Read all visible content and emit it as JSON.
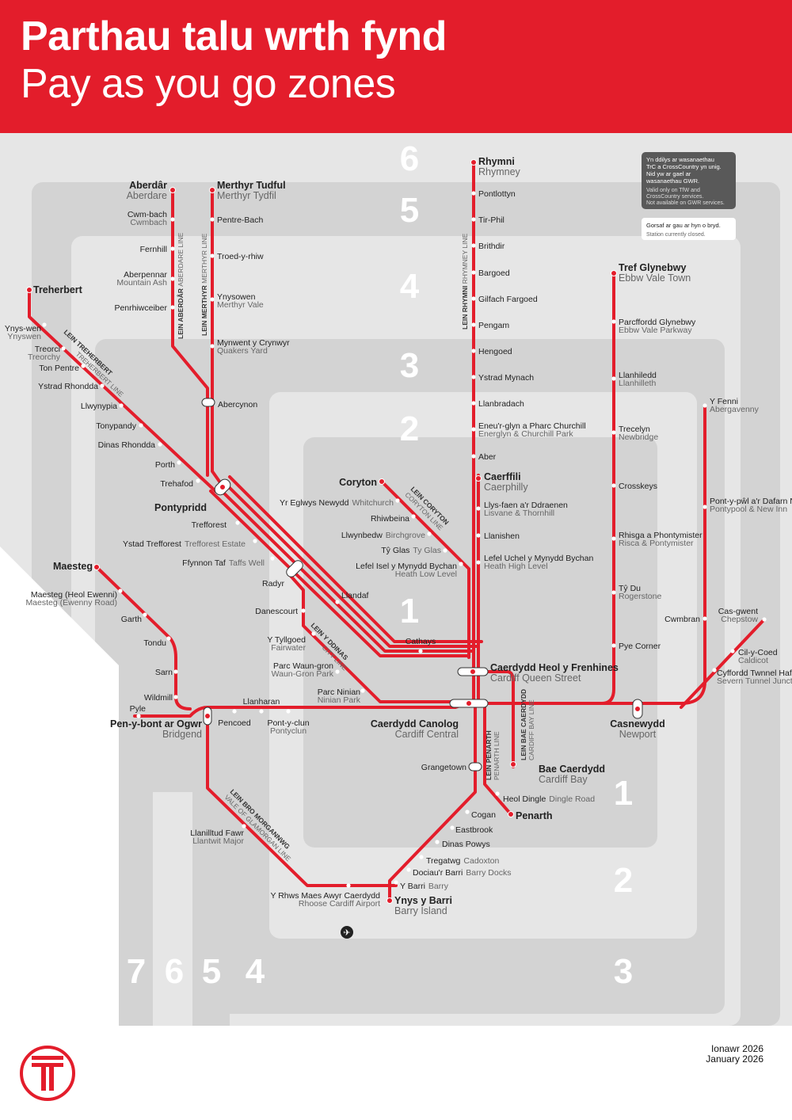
{
  "header": {
    "title_cy": "Parthau talu wrth fynd",
    "title_en": "Pay as you go zones"
  },
  "colors": {
    "brand_red": "#e31d2b",
    "zone_dark": "#d3d3d3",
    "zone_light": "#e6e6e6",
    "legend_dark": "#595959"
  },
  "legend": {
    "crosscountry_cy": [
      "Yn ddilys ar wasanaethau",
      "TrC a CrossCountry yn unig.",
      "Nid yw ar gael ar",
      "wasanaethau GWR."
    ],
    "crosscountry_en": [
      "Valid only on TfW and",
      "CrossCountry services.",
      "Not available on GWR services."
    ],
    "closed_cy": "Gorsaf ar gau ar hyn o bryd.",
    "closed_en": "Station currently closed."
  },
  "zones": {
    "top": [
      "6",
      "5",
      "4",
      "3",
      "2",
      "1"
    ],
    "right": [
      "1",
      "2",
      "3"
    ],
    "bottom_left": [
      "7",
      "6",
      "5",
      "4"
    ]
  },
  "line_names": [
    {
      "cy": "LEIN ABERDÂR",
      "en": "ABERDARE LINE"
    },
    {
      "cy": "LEIN MERTHYR",
      "en": "MERTHYR LINE"
    },
    {
      "cy": "LEIN RHYMNI",
      "en": "RHYMNEY LINE"
    },
    {
      "cy": "LEIN TREHERBERT",
      "en": "TREHERBERT LINE"
    },
    {
      "cy": "LEIN CORYTON",
      "en": "CORYTON LINE"
    },
    {
      "cy": "LEIN Y DDINAS",
      "en": "CITY LINE"
    },
    {
      "cy": "LEIN PENARTH",
      "en": "PENARTH LINE"
    },
    {
      "cy": "LEIN BAE CAERDYDD",
      "en": "CARDIFF BAY LINE"
    },
    {
      "cy": "LEIN BRO MORGANNWG",
      "en": "VALE OF GLAMORGAN LINE"
    }
  ],
  "stations": [
    {
      "cy": "Aberdâr",
      "en": "Aberdare"
    },
    {
      "cy": "Cwm-bach",
      "en": "Cwmbach"
    },
    {
      "cy": "Fernhill",
      "en": ""
    },
    {
      "cy": "Aberpennar",
      "en": "Mountain Ash"
    },
    {
      "cy": "Penrhiwceiber",
      "en": ""
    },
    {
      "cy": "Merthyr Tudful",
      "en": "Merthyr Tydfil"
    },
    {
      "cy": "Pentre-Bach",
      "en": ""
    },
    {
      "cy": "Troed-y-rhiw",
      "en": ""
    },
    {
      "cy": "Ynysowen",
      "en": "Merthyr Vale"
    },
    {
      "cy": "Mynwent y Crynwyr",
      "en": "Quakers Yard"
    },
    {
      "cy": "Abercynon",
      "en": ""
    },
    {
      "cy": "Treherbert",
      "en": ""
    },
    {
      "cy": "Ynys-wen",
      "en": "Ynyswen"
    },
    {
      "cy": "Treorci",
      "en": "Treorchy"
    },
    {
      "cy": "Ton Pentre",
      "en": ""
    },
    {
      "cy": "Ystrad Rhondda",
      "en": ""
    },
    {
      "cy": "Llwynypia",
      "en": ""
    },
    {
      "cy": "Tonypandy",
      "en": ""
    },
    {
      "cy": "Dinas Rhondda",
      "en": ""
    },
    {
      "cy": "Porth",
      "en": ""
    },
    {
      "cy": "Trehafod",
      "en": ""
    },
    {
      "cy": "Pontypridd",
      "en": ""
    },
    {
      "cy": "Trefforest",
      "en": ""
    },
    {
      "cy": "Ystad Trefforest",
      "en": "Trefforest Estate"
    },
    {
      "cy": "Ffynnon Taf",
      "en": "Taffs Well"
    },
    {
      "cy": "Radyr",
      "en": ""
    },
    {
      "cy": "Danescourt",
      "en": ""
    },
    {
      "cy": "Y Tyllgoed",
      "en": "Fairwater"
    },
    {
      "cy": "Parc Waun-gron",
      "en": "Waun-Gron Park"
    },
    {
      "cy": "Parc Ninian",
      "en": "Ninian Park"
    },
    {
      "cy": "Llandaf",
      "en": ""
    },
    {
      "cy": "Cathays",
      "en": ""
    },
    {
      "cy": "Coryton",
      "en": ""
    },
    {
      "cy": "Yr Eglwys Newydd",
      "en": "Whitchurch"
    },
    {
      "cy": "Rhiwbeina",
      "en": ""
    },
    {
      "cy": "Llwynbedw",
      "en": "Birchgrove"
    },
    {
      "cy": "Tŷ Glas",
      "en": "Ty Glas"
    },
    {
      "cy": "Lefel Isel y Mynydd Bychan",
      "en": "Heath Low Level"
    },
    {
      "cy": "Rhymni",
      "en": "Rhymney"
    },
    {
      "cy": "Pontlottyn",
      "en": ""
    },
    {
      "cy": "Tir-Phil",
      "en": ""
    },
    {
      "cy": "Brithdir",
      "en": ""
    },
    {
      "cy": "Bargoed",
      "en": ""
    },
    {
      "cy": "Gilfach Fargoed",
      "en": ""
    },
    {
      "cy": "Pengam",
      "en": ""
    },
    {
      "cy": "Hengoed",
      "en": ""
    },
    {
      "cy": "Ystrad Mynach",
      "en": ""
    },
    {
      "cy": "Llanbradach",
      "en": ""
    },
    {
      "cy": "Eneu'r-glyn a Pharc Churchill",
      "en": "Energlyn & Churchill Park"
    },
    {
      "cy": "Aber",
      "en": ""
    },
    {
      "cy": "Caerffili",
      "en": "Caerphilly"
    },
    {
      "cy": "Llys-faen a'r Ddraenen",
      "en": "Lisvane & Thornhill"
    },
    {
      "cy": "Llanishen",
      "en": ""
    },
    {
      "cy": "Lefel Uchel y Mynydd Bychan",
      "en": "Heath High Level"
    },
    {
      "cy": "Caerdydd Heol y Frenhines",
      "en": "Cardiff Queen Street"
    },
    {
      "cy": "Caerdydd Canolog",
      "en": "Cardiff Central"
    },
    {
      "cy": "Grangetown",
      "en": ""
    },
    {
      "cy": "Bae Caerdydd",
      "en": "Cardiff Bay"
    },
    {
      "cy": "Heol Dingle",
      "en": "Dingle Road"
    },
    {
      "cy": "Penarth",
      "en": ""
    },
    {
      "cy": "Cogan",
      "en": ""
    },
    {
      "cy": "Eastbrook",
      "en": ""
    },
    {
      "cy": "Dinas Powys",
      "en": ""
    },
    {
      "cy": "Tregatwg",
      "en": "Cadoxton"
    },
    {
      "cy": "Dociau'r Barri",
      "en": "Barry Docks"
    },
    {
      "cy": "Y Barri",
      "en": "Barry"
    },
    {
      "cy": "Ynys y Barri",
      "en": "Barry Island"
    },
    {
      "cy": "Y Rhws Maes Awyr Caerdydd",
      "en": "Rhoose Cardiff Airport"
    },
    {
      "cy": "Llanilltud Fawr",
      "en": "Llantwit Major"
    },
    {
      "cy": "Pen-y-bont ar Ogwr",
      "en": "Bridgend"
    },
    {
      "cy": "Pencoed",
      "en": ""
    },
    {
      "cy": "Pont-y-clun",
      "en": "Pontyclun"
    },
    {
      "cy": "Llanharan",
      "en": ""
    },
    {
      "cy": "Pyle",
      "en": ""
    },
    {
      "cy": "Maesteg",
      "en": ""
    },
    {
      "cy": "Maesteg (Heol Ewenni)",
      "en": "Maesteg (Ewenny Road)"
    },
    {
      "cy": "Garth",
      "en": ""
    },
    {
      "cy": "Tondu",
      "en": ""
    },
    {
      "cy": "Sarn",
      "en": ""
    },
    {
      "cy": "Wildmill",
      "en": ""
    },
    {
      "cy": "Tref Glynebwy",
      "en": "Ebbw Vale Town"
    },
    {
      "cy": "Parcffordd Glynebwy",
      "en": "Ebbw Vale Parkway"
    },
    {
      "cy": "Llanhiledd",
      "en": "Llanhilleth"
    },
    {
      "cy": "Trecelyn",
      "en": "Newbridge"
    },
    {
      "cy": "Crosskeys",
      "en": ""
    },
    {
      "cy": "Rhisga a Phontymister",
      "en": "Risca & Pontymister"
    },
    {
      "cy": "Tŷ Du",
      "en": "Rogerstone"
    },
    {
      "cy": "Pye Corner",
      "en": ""
    },
    {
      "cy": "Casnewydd",
      "en": "Newport"
    },
    {
      "cy": "Y Fenni",
      "en": "Abergavenny"
    },
    {
      "cy": "Pont-y-pŵl a'r Dafarn Newydd",
      "en": "Pontypool & New Inn"
    },
    {
      "cy": "Cwmbran",
      "en": ""
    },
    {
      "cy": "Cas-gwent",
      "en": "Chepstow"
    },
    {
      "cy": "Cil-y-Coed",
      "en": "Caldicot"
    },
    {
      "cy": "Cyffordd Twnnel Hafren",
      "en": "Severn Tunnel Junction"
    }
  ],
  "airport_icon": "airplane-icon",
  "footer": {
    "date_cy": "Ionawr 2026",
    "date_en": "January 2026",
    "logo": "transport-for-wales-logo"
  }
}
